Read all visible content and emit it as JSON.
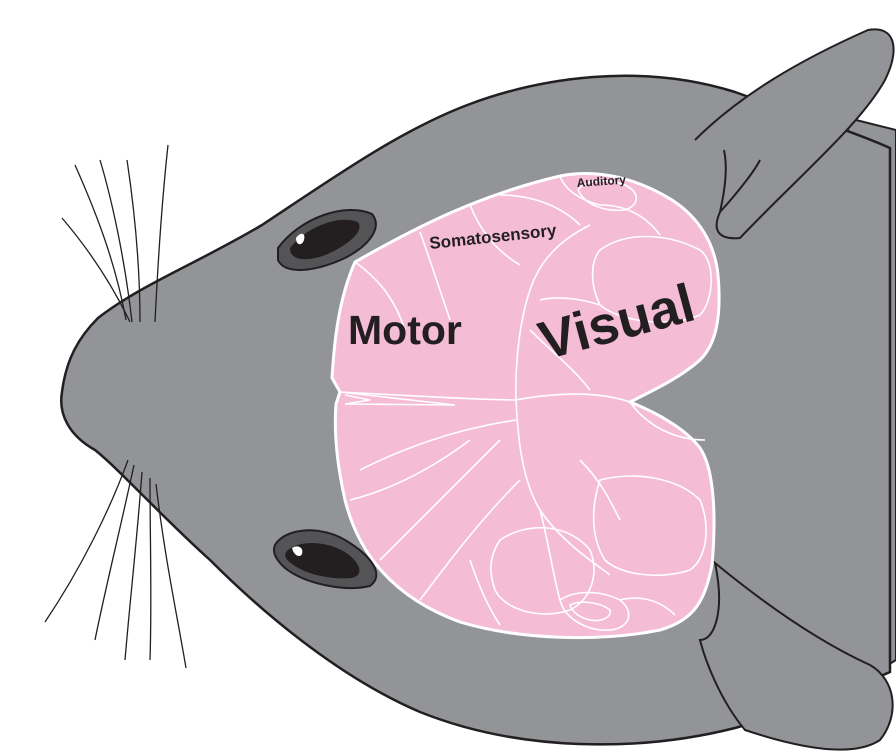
{
  "labels": {
    "motor": "Motor",
    "somatosensory": "Somatosensory",
    "visual": "Visual",
    "auditory": "Auditory"
  },
  "colors": {
    "head": "#929497",
    "brain": "#f5bcd6",
    "outline": "#231f20",
    "boundary": "#ffffff",
    "eye": "#231f20",
    "background": "#ffffff"
  },
  "icons": [
    "mouse-head",
    "brain",
    "eye",
    "ear",
    "whisker"
  ]
}
